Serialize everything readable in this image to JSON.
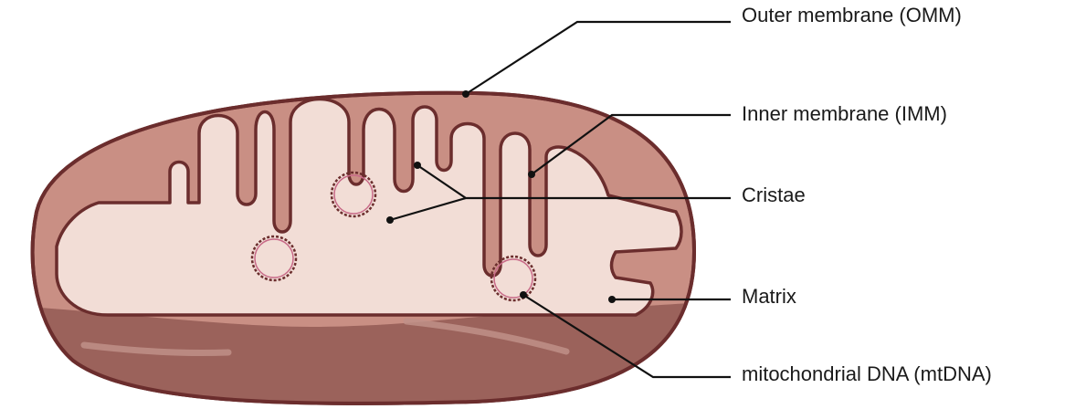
{
  "labels": {
    "outer_membrane": "Outer membrane (OMM)",
    "inner_membrane": "Inner membrane (IMM)",
    "cristae": "Cristae",
    "matrix": "Matrix",
    "mtdna": "mitochondrial DNA (mtDNA)"
  },
  "colors": {
    "outer_fill": "#c98f84",
    "outline": "#6b2d2d",
    "inner_space": "#d9a397",
    "matrix_fill": "#f2ddd6",
    "bottom_shade": "#9b625b",
    "leader_line": "#111111"
  }
}
